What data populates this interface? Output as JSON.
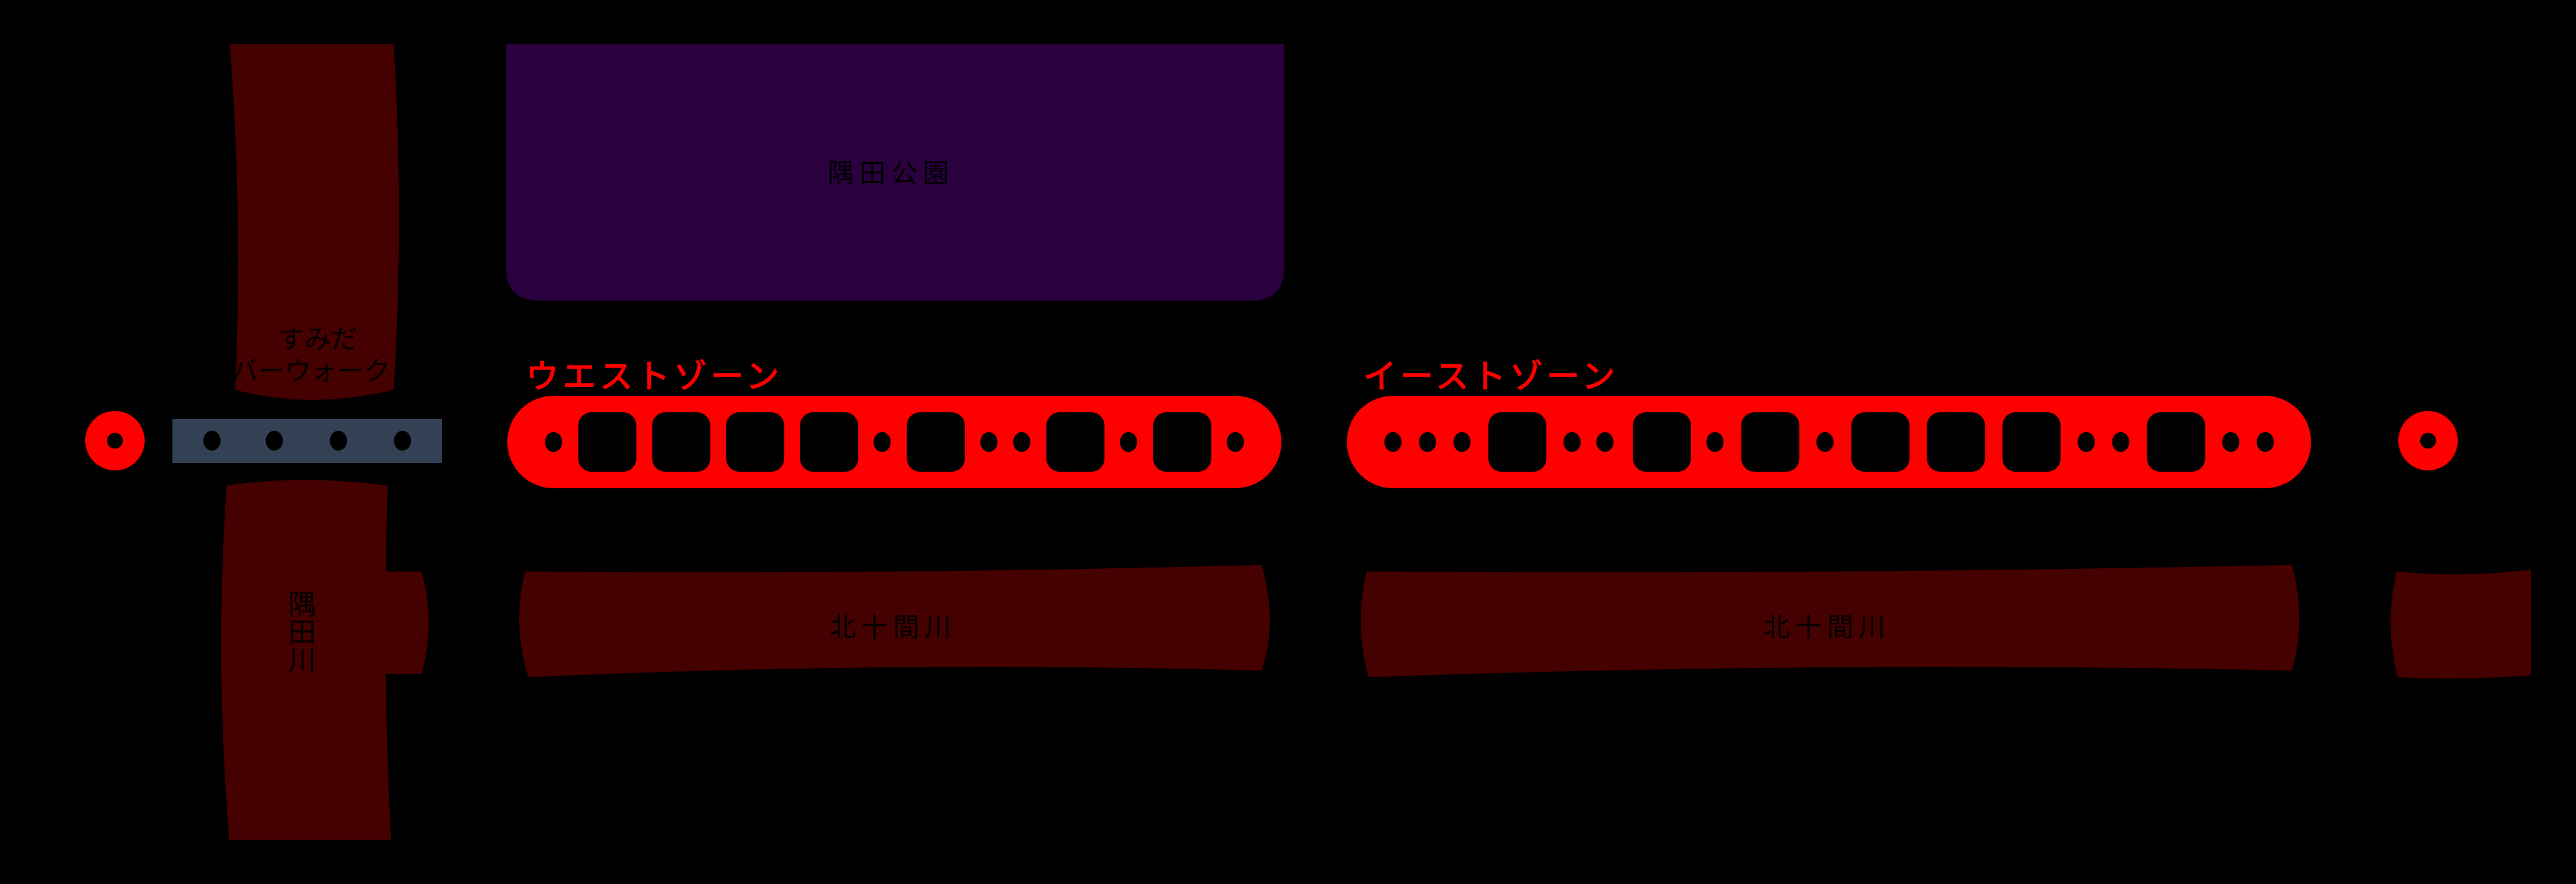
{
  "colors": {
    "background": "#000000",
    "river": "#450000",
    "park": "#2a003f",
    "walkway": "#334155",
    "train": "#ff0000",
    "window": "#000000"
  },
  "park": {
    "label": "隅田公園"
  },
  "river": {
    "label": "隅田川"
  },
  "walkway": {
    "label_line1": "すみだ",
    "label_line2": "リバーウォーク"
  },
  "zones": {
    "west": {
      "label": "ウエストゾーン"
    },
    "east": {
      "label": "イーストゾーン"
    }
  },
  "canals": {
    "west": {
      "label": "北十間川"
    },
    "east": {
      "label": "北十間川"
    }
  },
  "icons": [
    "station-marker-icon",
    "station-marker-icon"
  ]
}
